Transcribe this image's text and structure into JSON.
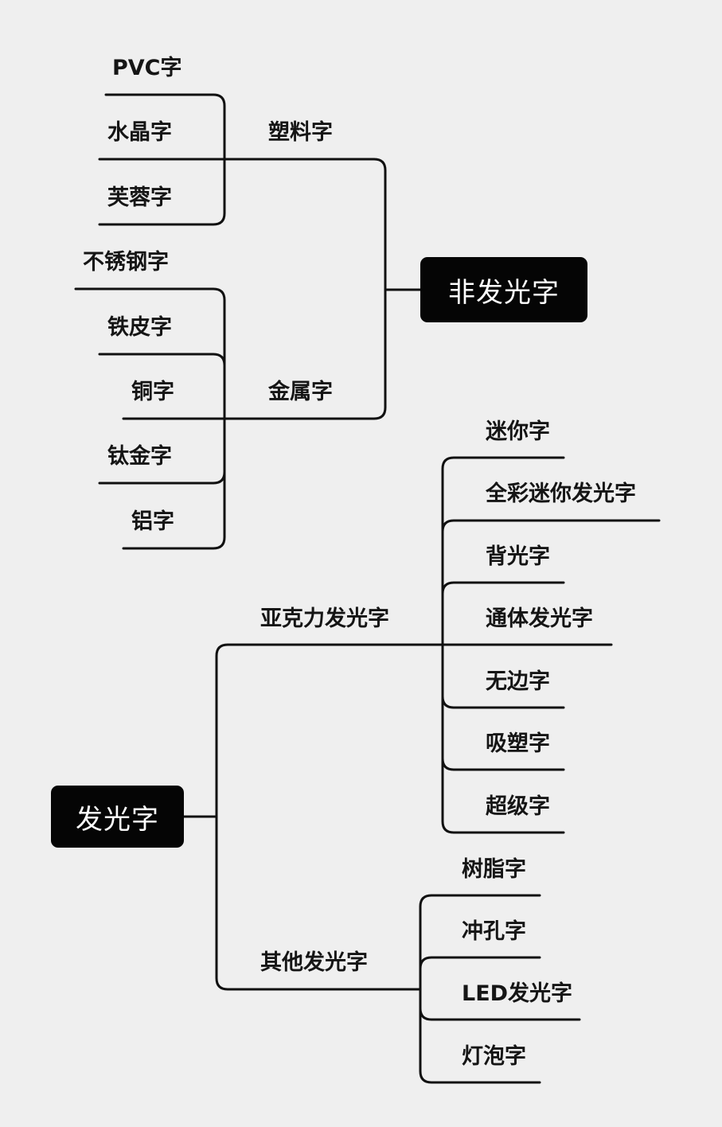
{
  "non_luminous": {
    "title": "非发光字",
    "plastic": {
      "label": "塑料字",
      "items": [
        "PVC字",
        "水晶字",
        "芙蓉字"
      ]
    },
    "metal": {
      "label": "金属字",
      "items": [
        "不锈钢字",
        "铁皮字",
        "铜字",
        "钛金字",
        "铝字"
      ]
    }
  },
  "luminous": {
    "title": "发光字",
    "acrylic": {
      "label": "亚克力发光字",
      "items": [
        "迷你字",
        "全彩迷你发光字",
        "背光字",
        "通体发光字",
        "无边字",
        "吸塑字",
        "超级字"
      ]
    },
    "other": {
      "label": "其他发光字",
      "items": [
        "树脂字",
        "冲孔字",
        "LED发光字",
        "灯泡字"
      ]
    }
  },
  "colors": {
    "background": "#efefef",
    "line": "#111111",
    "box": "#050505",
    "box_text": "#ffffff"
  }
}
